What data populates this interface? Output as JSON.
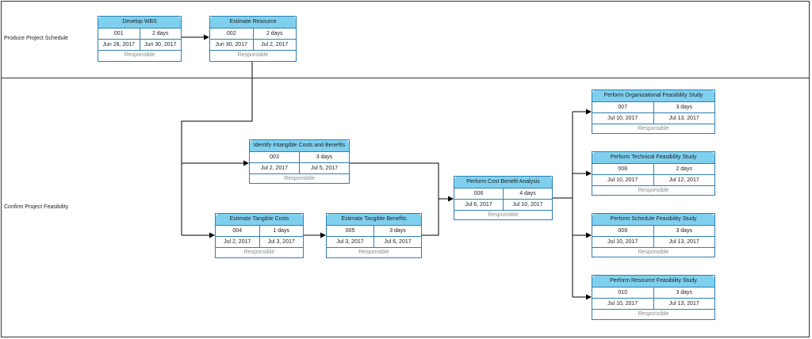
{
  "colors": {
    "header_fill": "#7fd0ef",
    "border": "#2f7fb0",
    "line": "#000000"
  },
  "lanes": [
    {
      "id": "lane1",
      "label": "Produce Project Schedule"
    },
    {
      "id": "lane2",
      "label": "Confirm Project Feasibility"
    }
  ],
  "tasks": [
    {
      "id": "t001",
      "name": "Develop WBS",
      "code": "001",
      "duration": "2 days",
      "start": "Jun 28, 2017",
      "end": "Jun 30, 2017",
      "resp": "Responsible"
    },
    {
      "id": "t002",
      "name": "Estimate Resource",
      "code": "002",
      "duration": "2 days",
      "start": "Jun 30, 2017",
      "end": "Jul 2, 2017",
      "resp": "Responsible"
    },
    {
      "id": "t003",
      "name": "Identify Intangible Costs and Benefits",
      "code": "003",
      "duration": "3 days",
      "start": "Jul 2, 2017",
      "end": "Jul 5, 2017",
      "resp": "Responsible"
    },
    {
      "id": "t004",
      "name": "Estimate Tangible Costs",
      "code": "004",
      "duration": "1 days",
      "start": "Jul 2, 2017",
      "end": "Jul 3, 2017",
      "resp": "Responsible"
    },
    {
      "id": "t005",
      "name": "Estimate Tangible Benefits",
      "code": "005",
      "duration": "3 days",
      "start": "Jul 3, 2017",
      "end": "Jul 6, 2017",
      "resp": "Responsible"
    },
    {
      "id": "t006",
      "name": "Perform Cost Benefit Analysis",
      "code": "006",
      "duration": "4 days",
      "start": "Jul 6, 2017",
      "end": "Jul 10, 2017",
      "resp": "Responsible"
    },
    {
      "id": "t007",
      "name": "Perform Organizational Feasibility Study",
      "code": "007",
      "duration": "3 days",
      "start": "Jul 10, 2017",
      "end": "Jul 13, 2017",
      "resp": "Responsible"
    },
    {
      "id": "t008",
      "name": "Perform Technical Feasibility Study",
      "code": "008",
      "duration": "2 days",
      "start": "Jul 10, 2017",
      "end": "Jul 12, 2017",
      "resp": "Responsible"
    },
    {
      "id": "t009",
      "name": "Perform Schedule Feasibility Study",
      "code": "009",
      "duration": "3 days",
      "start": "Jul 10, 2017",
      "end": "Jul 13, 2017",
      "resp": "Responsible"
    },
    {
      "id": "t010",
      "name": "Perform Resource Feasibility Study",
      "code": "010",
      "duration": "3 days",
      "start": "Jul 10, 2017",
      "end": "Jul 13, 2017",
      "resp": "Responsible"
    }
  ],
  "links": [
    {
      "from": "001",
      "to": "002"
    },
    {
      "from": "002",
      "to": "003"
    },
    {
      "from": "002",
      "to": "004"
    },
    {
      "from": "004",
      "to": "005"
    },
    {
      "from": "003",
      "to": "006"
    },
    {
      "from": "005",
      "to": "006"
    },
    {
      "from": "006",
      "to": "007"
    },
    {
      "from": "006",
      "to": "008"
    },
    {
      "from": "006",
      "to": "009"
    },
    {
      "from": "006",
      "to": "010"
    }
  ]
}
